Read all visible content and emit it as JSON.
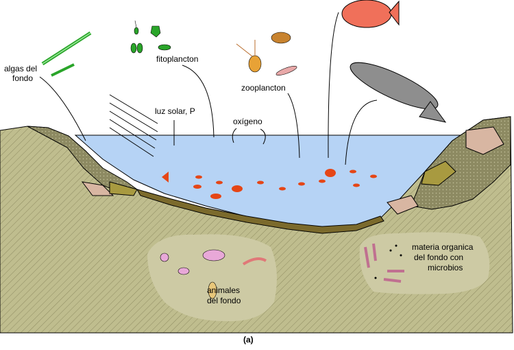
{
  "labels": {
    "algas_line1": "algas del",
    "algas_line2": "fondo",
    "fitoplancton": "fitoplancton",
    "zooplancton": "zooplancton",
    "luz_solar": "luz solar, P",
    "oxigeno": "oxígeno",
    "animales_line1": "animales",
    "animales_line2": "del fondo",
    "materia_line1": "materia organica",
    "materia_line2": "del fondo con",
    "materia_line3": "microbios"
  },
  "caption": "(a)",
  "colors": {
    "water": "#b6d3f5",
    "ground": "#bfbd8e",
    "rock": "#8d8a62",
    "rock_pink": "#d8b6a2",
    "sediment": "#7b6a2c",
    "bottom_life": "#cdcaa4"
  }
}
